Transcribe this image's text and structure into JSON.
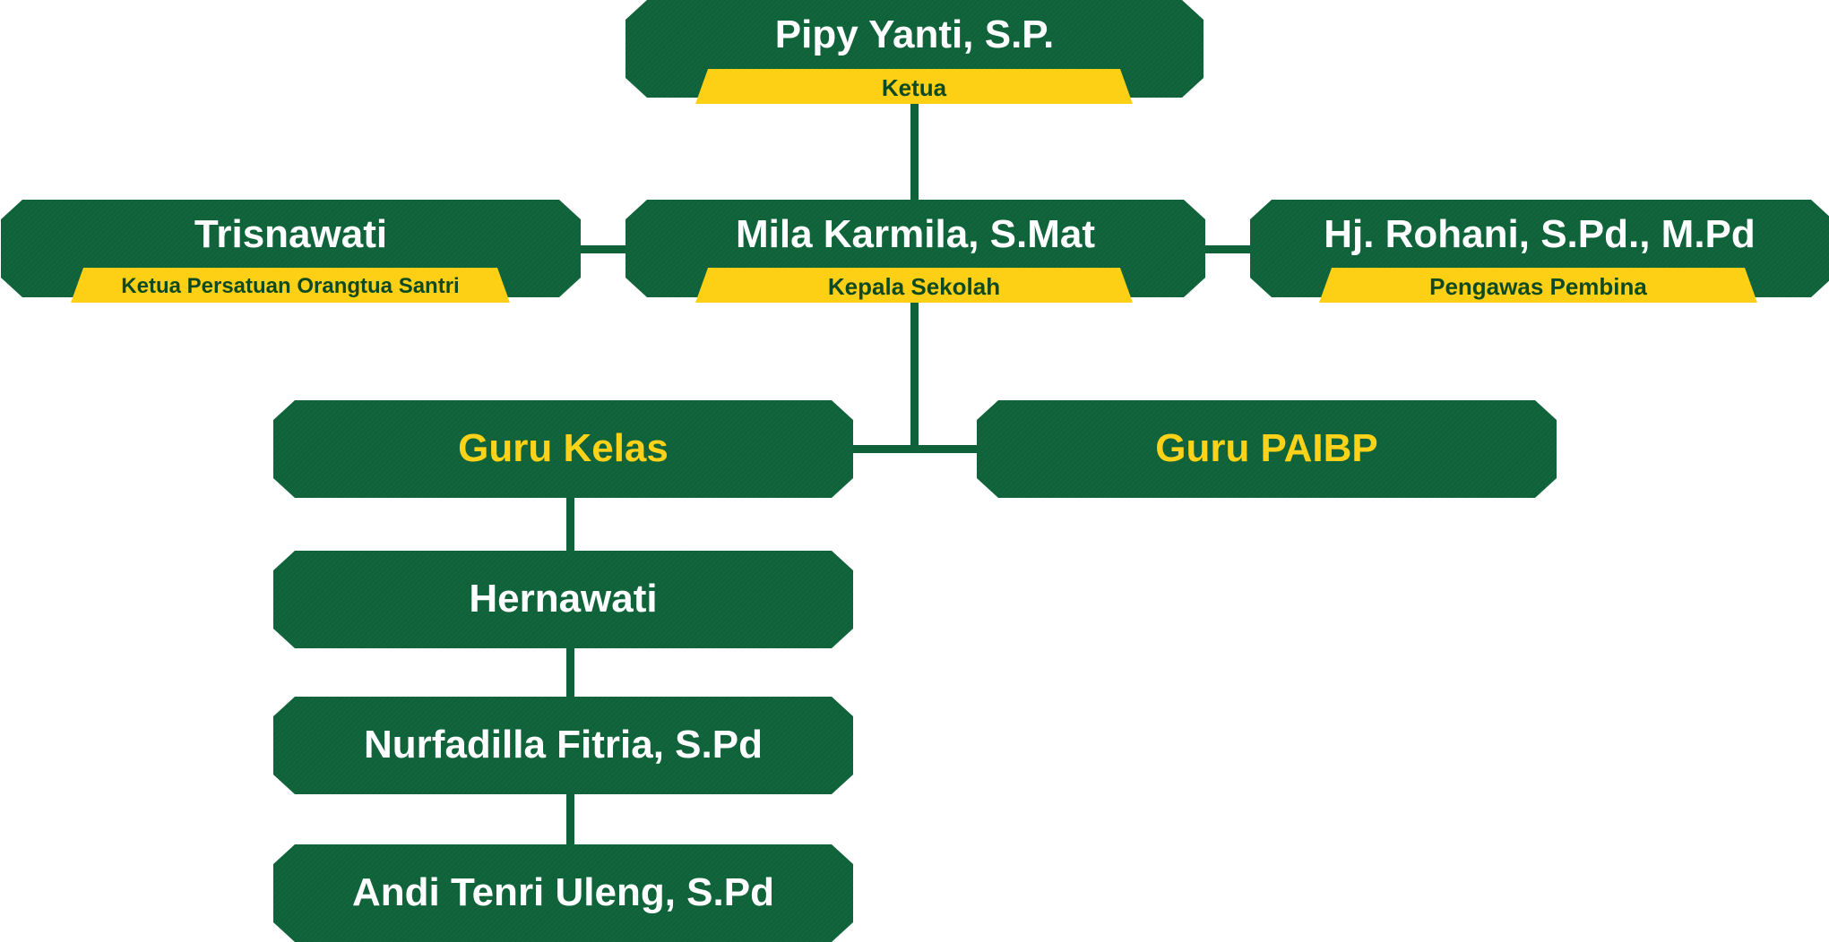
{
  "colors": {
    "box": "#0e6339",
    "connector": "#0e6138",
    "role_band": "#fdd016",
    "role_text": "#0d4a22",
    "name_text": "#ffffff",
    "group_text": "#ffd21a"
  },
  "chair": {
    "name": "Pipy Yanti, S.P.",
    "role": "Ketua"
  },
  "parents_head": {
    "name": "Trisnawati",
    "role": "Ketua Persatuan Orangtua Santri"
  },
  "principal": {
    "name": "Mila Karmila, S.Mat",
    "role": "Kepala Sekolah"
  },
  "supervisor": {
    "name": "Hj. Rohani, S.Pd., M.Pd",
    "role": "Pengawas Pembina"
  },
  "groups": {
    "class_teachers": {
      "label": "Guru Kelas"
    },
    "paibp_teachers": {
      "label": "Guru PAIBP"
    }
  },
  "class_teachers": [
    {
      "name": "Hernawati"
    },
    {
      "name": "Nurfadilla Fitria, S.Pd"
    },
    {
      "name": "Andi Tenri Uleng, S.Pd"
    }
  ]
}
